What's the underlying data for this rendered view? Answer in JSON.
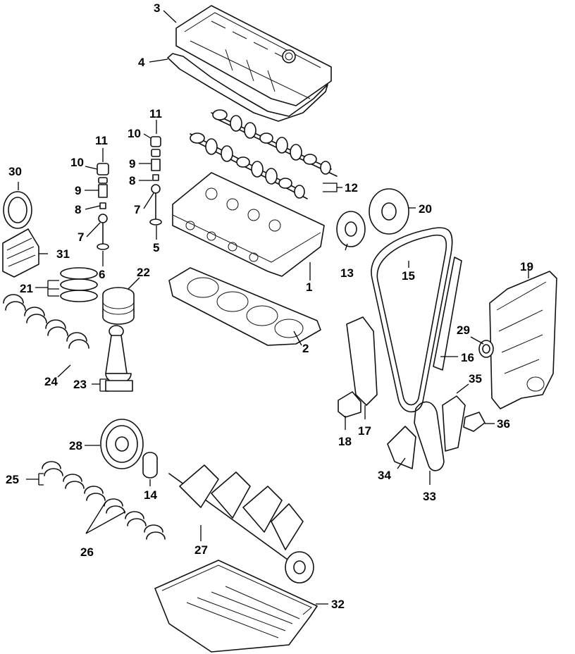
{
  "callouts": {
    "c1": "1",
    "c2": "2",
    "c3": "3",
    "c4": "4",
    "c5": "5",
    "c6": "6",
    "c7a": "7",
    "c7b": "7",
    "c8a": "8",
    "c8b": "8",
    "c9a": "9",
    "c9b": "9",
    "c10a": "10",
    "c10b": "10",
    "c11a": "11",
    "c11b": "11",
    "c12": "12",
    "c13": "13",
    "c14": "14",
    "c15": "15",
    "c16": "16",
    "c17": "17",
    "c18": "18",
    "c19": "19",
    "c20": "20",
    "c21": "21",
    "c22": "22",
    "c23": "23",
    "c24": "24",
    "c25": "25",
    "c26": "26",
    "c27": "27",
    "c28": "28",
    "c29": "29",
    "c30": "30",
    "c31": "31",
    "c32": "32",
    "c33": "33",
    "c34": "34",
    "c35": "35",
    "c36": "36"
  },
  "colors": {
    "line": "#111111",
    "background": "#ffffff",
    "shade": "#d9d9d9"
  }
}
